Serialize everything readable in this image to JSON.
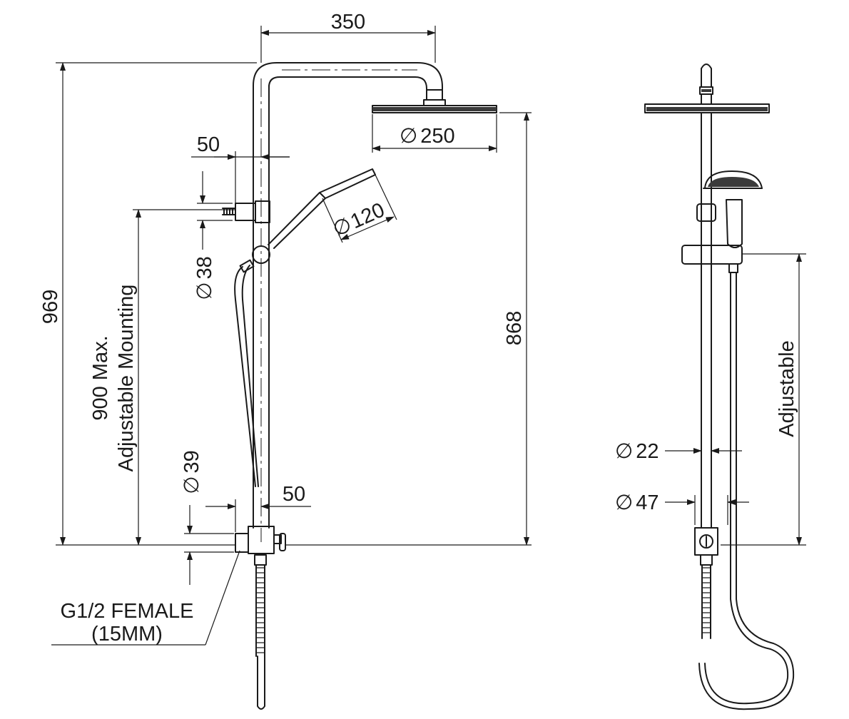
{
  "dimensions": {
    "arm_length": "350",
    "total_height": "969",
    "head_height": "868",
    "head_diameter": "250",
    "hand_diameter": "120",
    "wall_bracket_offset": "50",
    "wall_bracket_diameter": "38",
    "mounting_label_line1": "900 Max.",
    "mounting_label_line2": "Adjustable Mounting",
    "diverter_diameter": "39",
    "diverter_offset": "50",
    "inlet_line1": "G1/2 FEMALE",
    "inlet_line2": "(15MM)",
    "side_rail_diameter": "22",
    "side_body_diameter": "47",
    "side_adjustable": "Adjustable"
  },
  "symbols": {
    "diameter": "∅"
  },
  "colors": {
    "ink": "#1a1a1a",
    "background": "#ffffff",
    "head_face": "#3a3a3a"
  }
}
